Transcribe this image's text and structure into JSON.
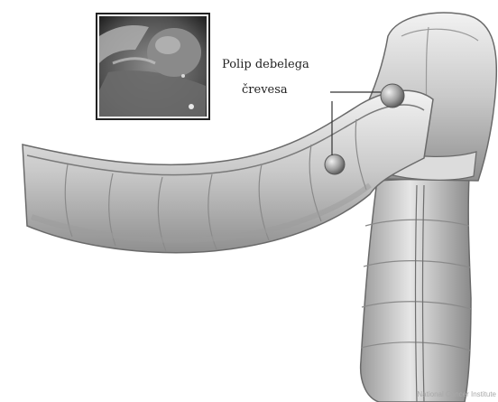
{
  "illustration": {
    "caption_line1": "Polip debelega",
    "caption_line2": "črevesa",
    "credit": "National Cancer Institute"
  },
  "colors": {
    "background": "#ffffff",
    "tissue_light": "#e4e4e4",
    "tissue_mid": "#bdbdbd",
    "tissue_dark": "#7d7d7d",
    "outline": "#6a6a6a",
    "photo_dark": "#2e2e2e"
  },
  "icons": {
    "photo": "endoscopy-photo",
    "polyp": "polyp-marker"
  }
}
